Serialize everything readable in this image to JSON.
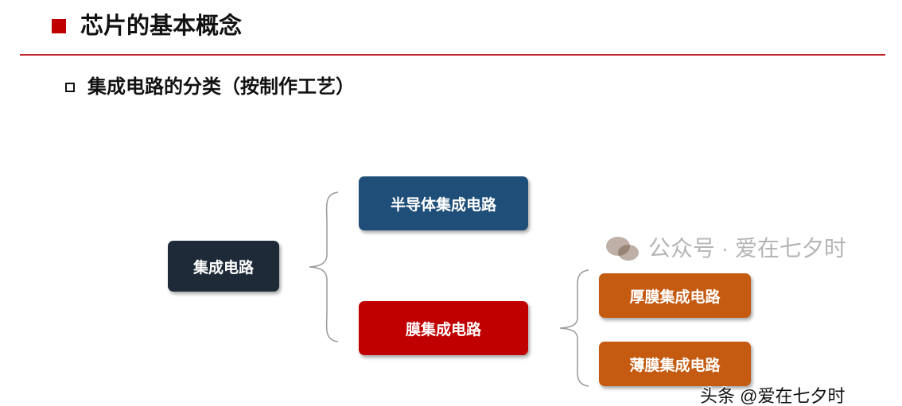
{
  "header": {
    "title": "芯片的基本概念"
  },
  "section": {
    "subtitle": "集成电路的分类（按制作工艺）"
  },
  "diagram": {
    "root": "集成电路",
    "level1": [
      "半导体集成电路",
      "膜集成电路"
    ],
    "level2": [
      "厚膜集成电路",
      "薄膜集成电路"
    ]
  },
  "watermark": {
    "wechat": "公众号 · 爱在七夕时",
    "toutiao": "头条 @爱在七夕时"
  },
  "colors": {
    "accent": "#c00000",
    "root": "#1f2a38",
    "semi": "#1f4e79",
    "film": "#c00000",
    "film_children": "#c55a11"
  }
}
